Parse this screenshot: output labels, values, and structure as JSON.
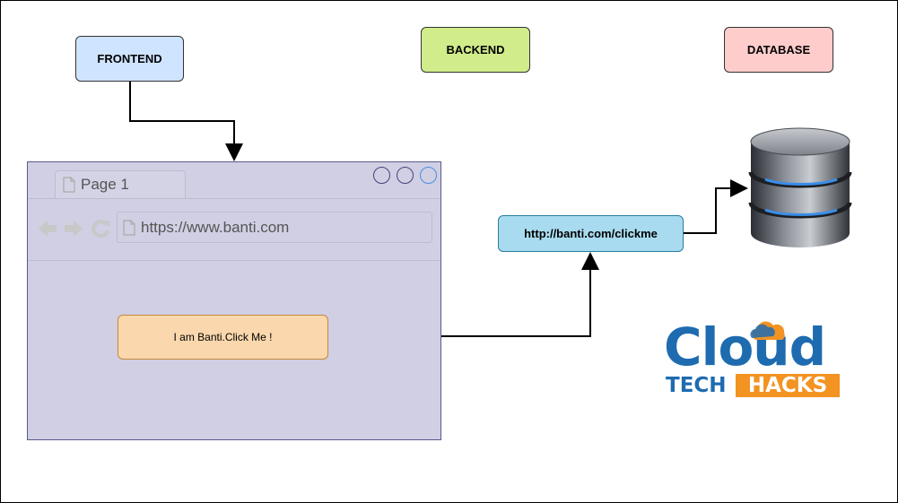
{
  "labels": {
    "frontend": "FRONTEND",
    "backend": "BACKEND",
    "database": "DATABASE"
  },
  "browser": {
    "tab_label": "Page 1",
    "url": "https://www.banti.com",
    "button_label": "I am Banti.Click Me !"
  },
  "endpoint": {
    "label": "http://banti.com/clickme"
  },
  "logo": {
    "line1": "Cloud",
    "line2a": "TECH",
    "line2b": "HACKS"
  },
  "colors": {
    "frontend_fill": "#cfe4ff",
    "backend_fill": "#d1ec8b",
    "database_fill": "#ffcccc",
    "browser_fill": "#d0cfe3",
    "button_fill": "#fad7ac",
    "endpoint_fill": "#a8dbef",
    "logo_blue": "#1e6bb0",
    "logo_orange": "#f29322"
  },
  "icons": [
    "document-icon",
    "back-arrow-icon",
    "forward-arrow-icon",
    "refresh-icon",
    "window-control-icon",
    "database-cylinder-icon"
  ]
}
